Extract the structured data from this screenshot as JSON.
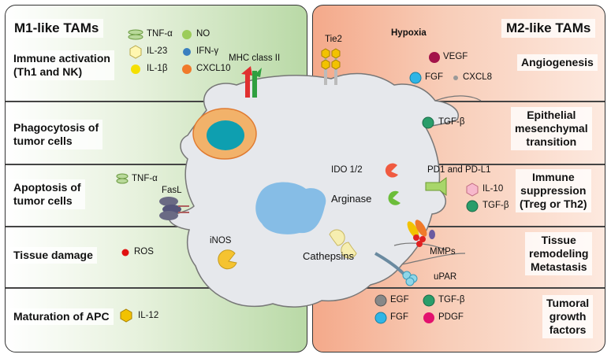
{
  "left": {
    "title": "M1-like TAMs",
    "rows": [
      {
        "label_line1": "Immune activation",
        "label_line2": "(Th1 and NK)"
      },
      {
        "label_line1": "Phagocytosis of",
        "label_line2": "tumor cells"
      },
      {
        "label_line1": "Apoptosis of",
        "label_line2": "tumor cells"
      },
      {
        "label_line1": "Tissue damage",
        "label_line2": ""
      },
      {
        "label_line1": "Maturation of APC",
        "label_line2": ""
      }
    ],
    "legend_immune": {
      "tnf": "TNF-α",
      "no": "NO",
      "il23": "IL-23",
      "ifn": "IFN-γ",
      "il1b": "IL-1β",
      "cxcl10": "CXCL10",
      "mhc": "MHC class II"
    },
    "apoptosis": {
      "tnf": "TNF-α",
      "fasl": "FasL"
    },
    "ros": "ROS",
    "il12": "IL-12"
  },
  "right": {
    "title": "M2-like TAMs",
    "rows": [
      {
        "label_line1": "Angiogenesis",
        "label_line2": "",
        "label_line3": ""
      },
      {
        "label_line1": "Epithelial",
        "label_line2": "mesenchymal",
        "label_line3": "transition"
      },
      {
        "label_line1": "Immune",
        "label_line2": "suppression",
        "label_line3": "(Treg or Th2)"
      },
      {
        "label_line1": "Tissue",
        "label_line2": "remodeling",
        "label_line3": "Metastasis"
      },
      {
        "label_line1": "Tumoral",
        "label_line2": "growth",
        "label_line3": "factors"
      }
    ],
    "tie2": "Tie2",
    "hypoxia": "Hypoxia",
    "vegf": "VEGF",
    "fgf": "FGF",
    "cxcl8": "CXCL8",
    "tgfb_emt": "TGF-β",
    "pd1": "PD1 and PD-L1",
    "il10": "IL-10",
    "tgfb_imm": "TGF-β",
    "mmps": "MMPs",
    "upar": "uPAR",
    "growth": {
      "egf": "EGF",
      "tgfb": "TGF-β",
      "fgf": "FGF",
      "pdgf": "PDGF"
    }
  },
  "cell": {
    "ido": "IDO 1/2",
    "arginase": "Arginase",
    "inos": "iNOS",
    "cathepsins": "Cathepsins"
  },
  "colors": {
    "tnf": "#b9d99a",
    "no": "#9ccc5a",
    "il23": "#fff7b0",
    "ifn": "#3a7fbf",
    "il1b": "#f5e000",
    "cxcl10": "#f07a2a",
    "vegf": "#a3134a",
    "fgf": "#2fb5e6",
    "tgfb": "#2a9d6a",
    "egf": "#888888",
    "pdgf": "#e3116e",
    "ros": "#e01010",
    "il12": "#f2c200",
    "il10": "#f7b8cc",
    "ido": "#f05a40",
    "arginase": "#6cbd3a"
  }
}
